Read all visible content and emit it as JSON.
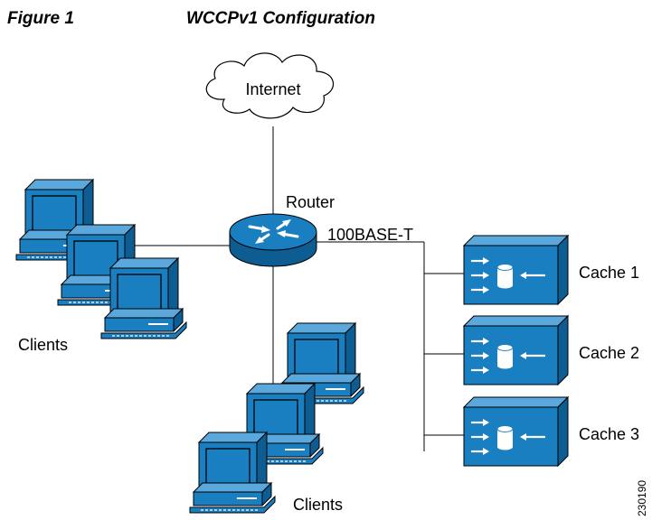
{
  "figure": {
    "number": "Figure 1",
    "title": "WCCPv1 Configuration",
    "id": "230190"
  },
  "nodes": {
    "internet": "Internet",
    "router": "Router",
    "link": "100BASE-T",
    "clients_left": "Clients",
    "clients_bottom": "Clients",
    "caches": [
      "Cache 1",
      "Cache 2",
      "Cache 3"
    ]
  },
  "colors": {
    "device_blue": "#1a7fc1",
    "device_dark": "#0d5d92",
    "outline": "#000000"
  }
}
